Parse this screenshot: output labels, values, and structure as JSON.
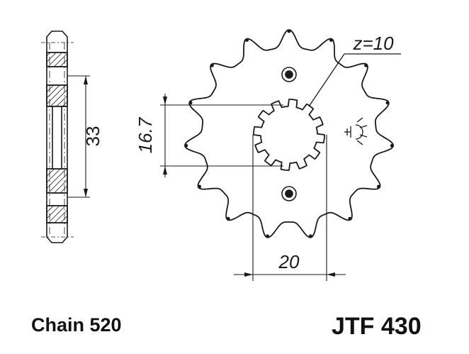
{
  "sprocket": {
    "teeth_label": "z=10",
    "dim_bore": "16.7",
    "dim_thickness": "33",
    "dim_width": "20"
  },
  "chain_label": "Chain 520",
  "part_number": "JTF 430",
  "colors": {
    "ink": "#1a1a1a",
    "paper": "#ffffff"
  }
}
